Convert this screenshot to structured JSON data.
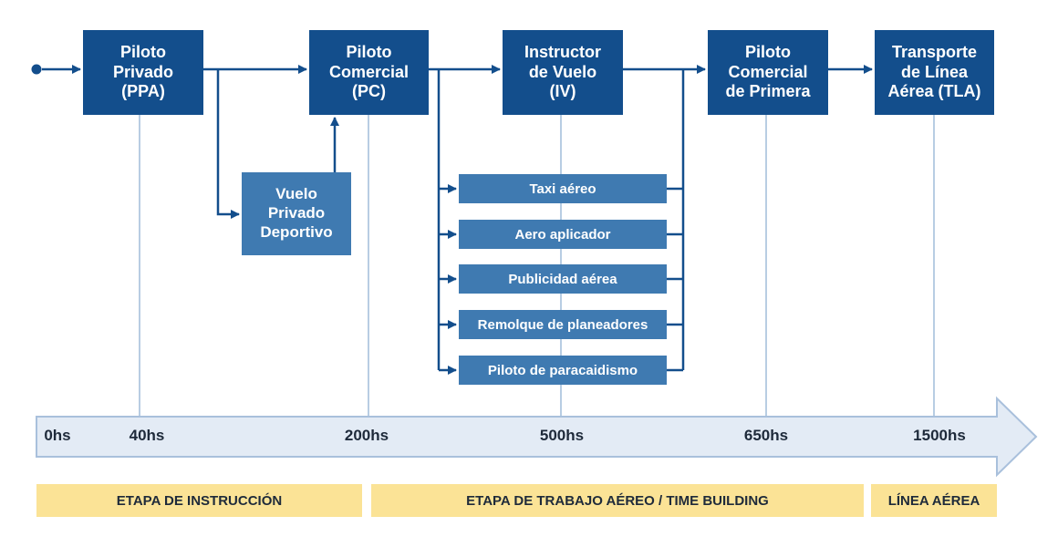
{
  "colors": {
    "primary": "#134e8c",
    "secondary": "#3f7ab1",
    "timeline_fill": "#e3ebf5",
    "timeline_stroke": "#a9c0dc",
    "stage_fill": "#fbe396"
  },
  "licenses": [
    {
      "id": "ppa",
      "label": "Piloto\nPrivado\n(PPA)"
    },
    {
      "id": "pc",
      "label": "Piloto\nComercial\n(PC)"
    },
    {
      "id": "iv",
      "label": "Instructor\nde Vuelo\n(IV)"
    },
    {
      "id": "pcp",
      "label": "Piloto\nComercial\nde Primera"
    },
    {
      "id": "tla",
      "label": "Transporte\nde Línea\nAérea (TLA)"
    }
  ],
  "side_license": {
    "label": "Vuelo\nPrivado\nDeportivo"
  },
  "work_options": [
    "Taxi aéreo",
    "Aero aplicador",
    "Publicidad aérea",
    "Remolque de planeadores",
    "Piloto de paracaidismo"
  ],
  "timeline": {
    "ticks": [
      "0hs",
      "40hs",
      "200hs",
      "500hs",
      "650hs",
      "1500hs"
    ]
  },
  "stages": [
    "ETAPA DE INSTRUCCIÓN",
    "ETAPA DE TRABAJO AÉREO / TIME BUILDING",
    "LÍNEA AÉREA"
  ]
}
